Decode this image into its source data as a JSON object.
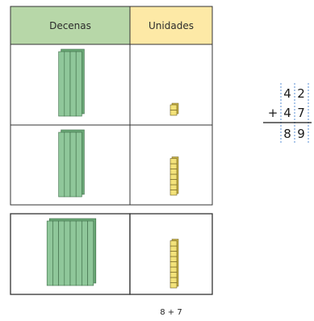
{
  "table": {
    "headers": {
      "tens": "Decenas",
      "ones": "Unidades"
    },
    "header_colors": {
      "tens": "#b7d7a8",
      "ones": "#fde9a6"
    },
    "rows": [
      {
        "tens": 4,
        "ones": 2
      },
      {
        "tens": 4,
        "ones": 7
      },
      {
        "tens": 8,
        "ones": 9
      }
    ],
    "caption": "8 + 7"
  },
  "block_colors": {
    "tens": "#8fc79a",
    "ones": "#f3e27a"
  },
  "addition": {
    "operator": "+",
    "addend1": {
      "tens": "4",
      "ones": "2"
    },
    "addend2": {
      "tens": "4",
      "ones": "7"
    },
    "sum": {
      "tens": "8",
      "ones": "9"
    }
  }
}
